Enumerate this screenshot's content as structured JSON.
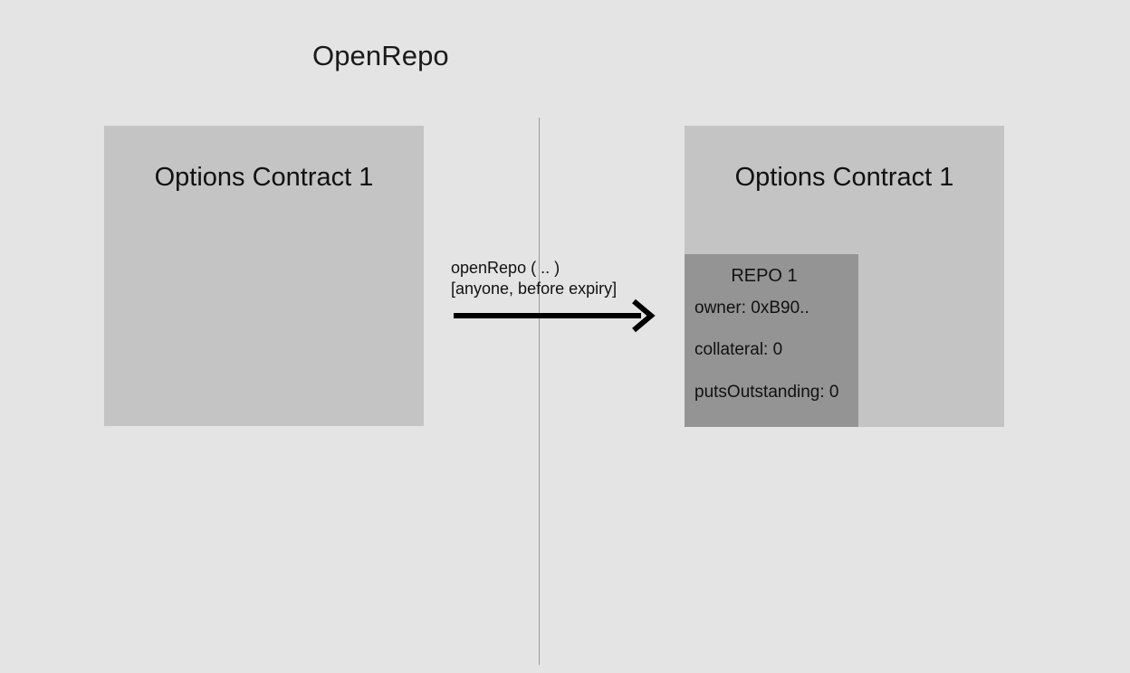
{
  "diagram": {
    "title": "OpenRepo",
    "background_color": "#e4e4e4",
    "divider_color": "#9a9a9a"
  },
  "left_panel": {
    "contract": {
      "title": "Options Contract 1",
      "fill_color": "#c4c4c4"
    }
  },
  "transition": {
    "function_label": "openRepo ( .. )",
    "permission_label": "[anyone, before expiry]",
    "arrow_direction": "right",
    "arrow_color": "#000000"
  },
  "right_panel": {
    "contract": {
      "title": "Options Contract 1",
      "fill_color": "#c4c4c4"
    },
    "repo": {
      "title": "REPO 1",
      "fill_color": "#949494",
      "fields": [
        {
          "text": "owner: 0xB90.."
        },
        {
          "text": "collateral: 0"
        },
        {
          "text": "putsOutstanding: 0"
        }
      ]
    }
  }
}
